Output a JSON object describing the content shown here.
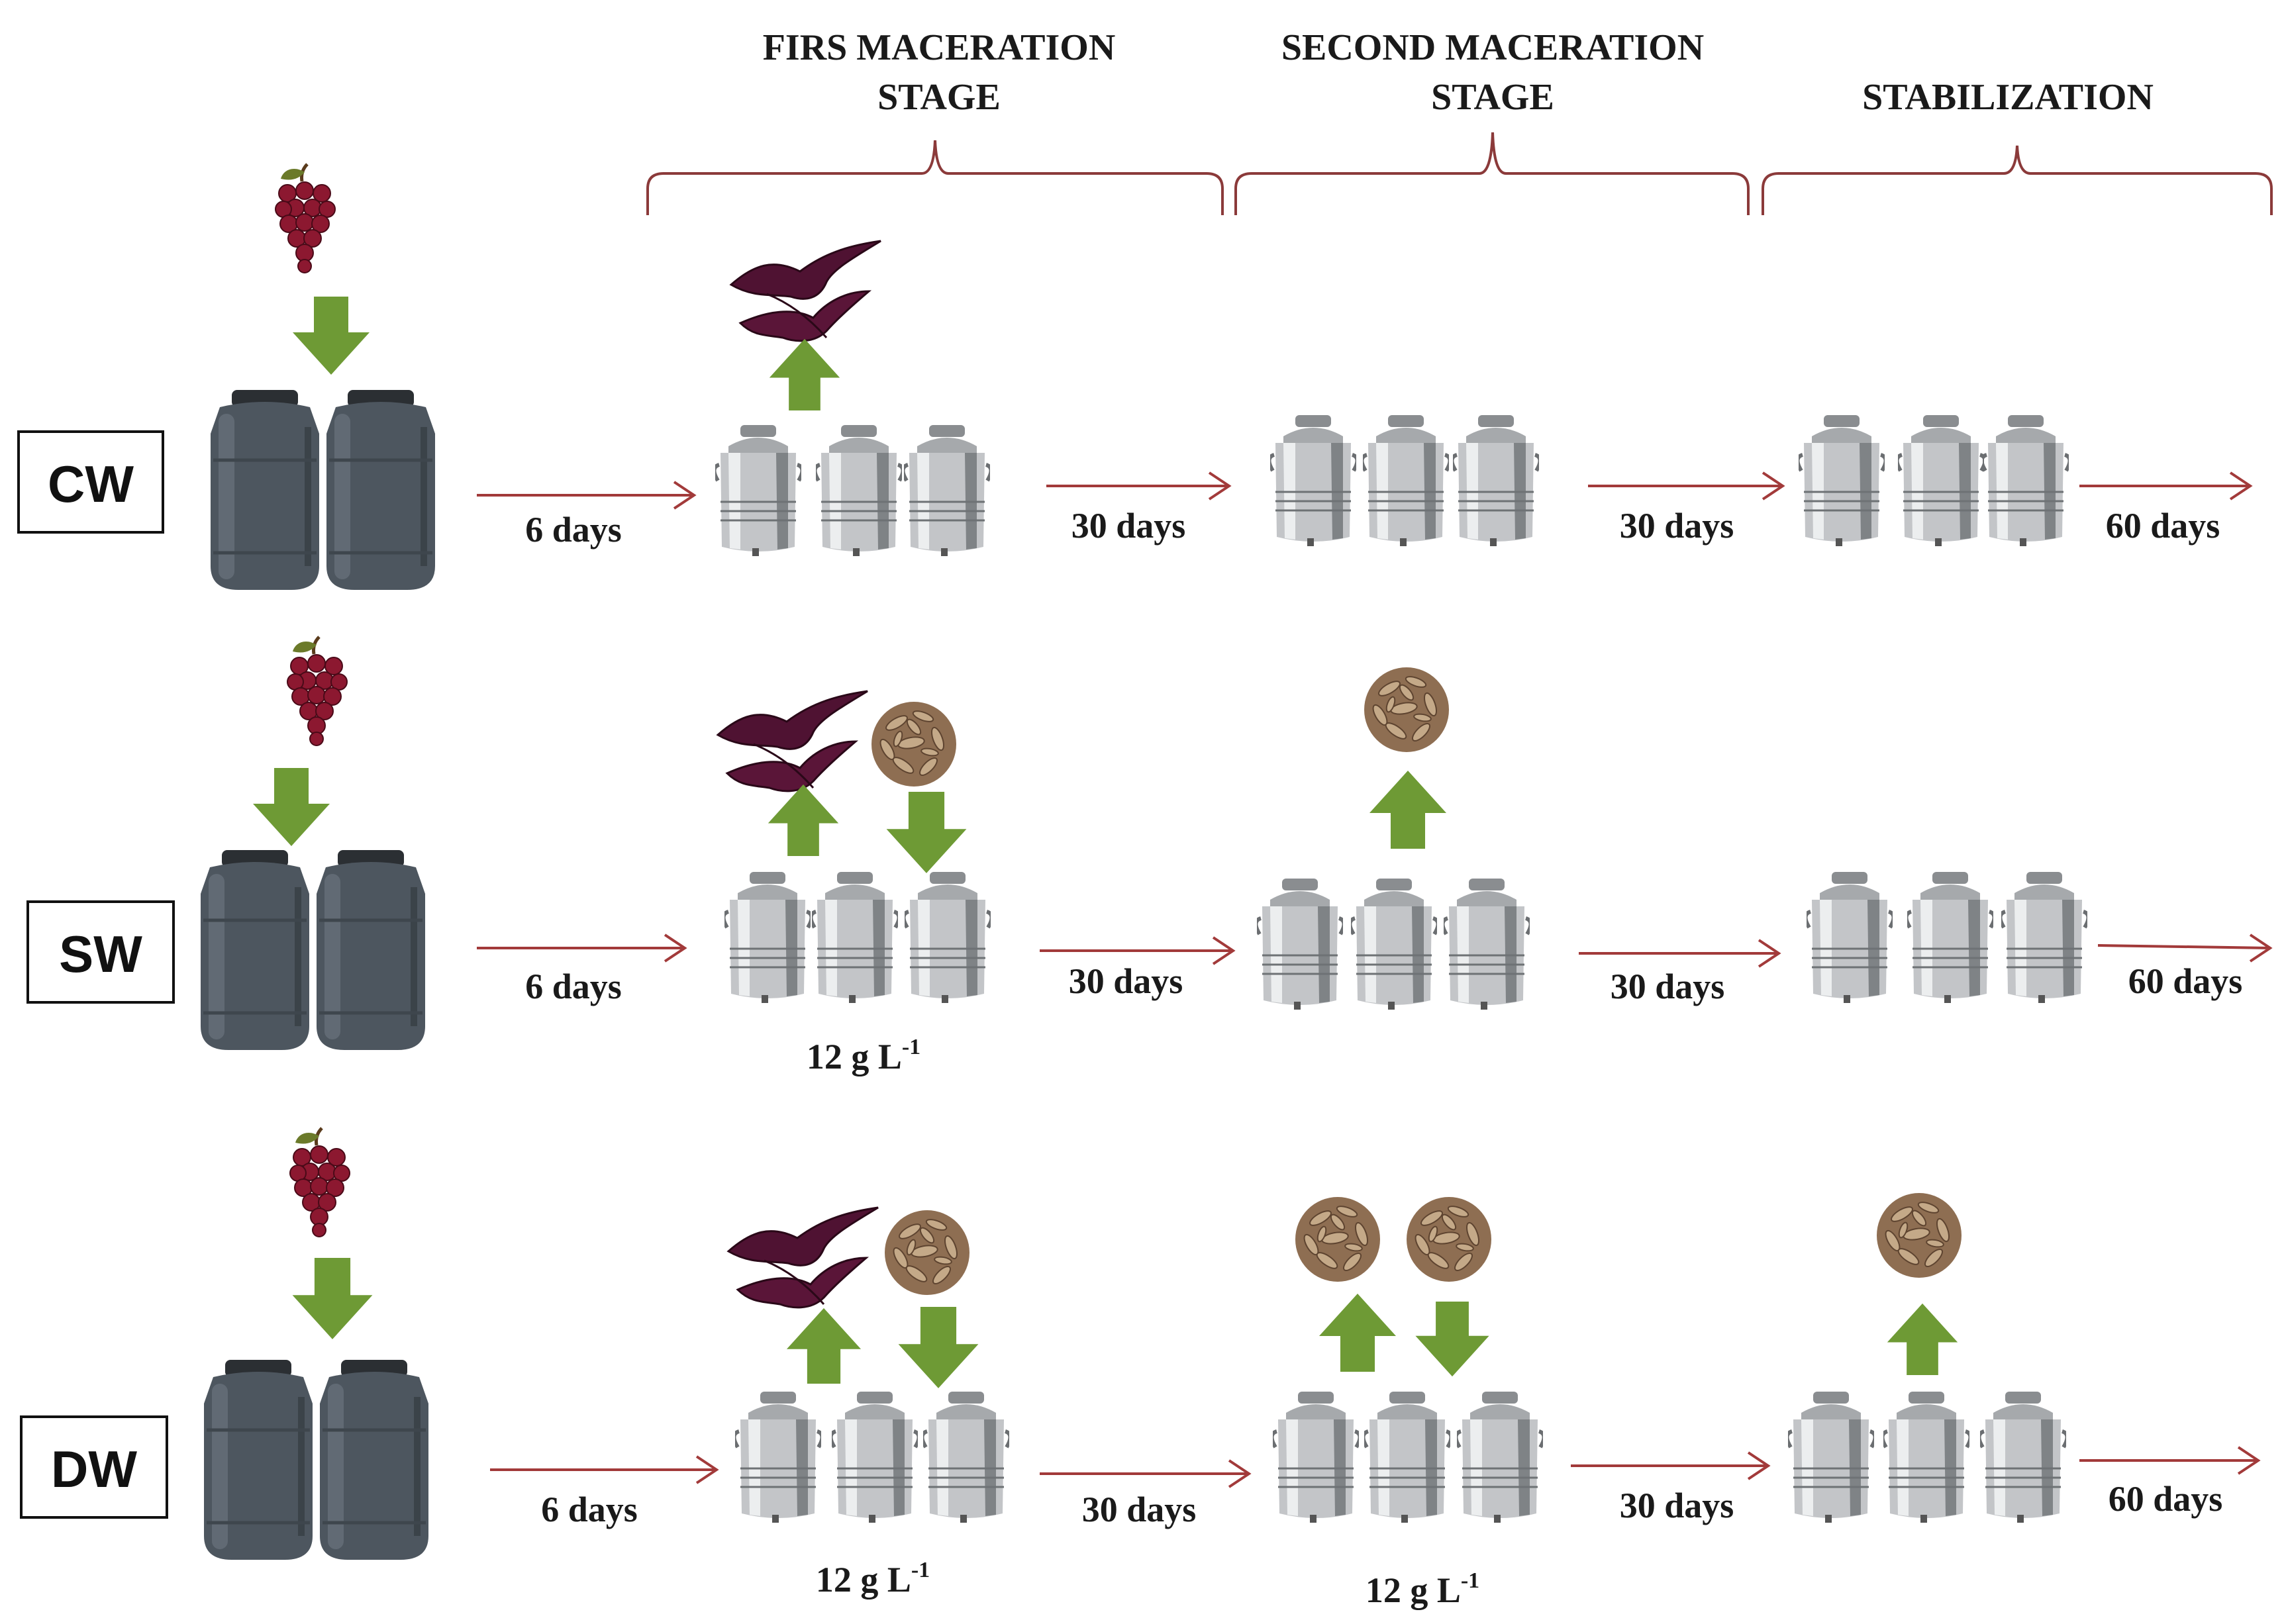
{
  "stages": [
    {
      "line1": "FIRS MACERATION",
      "line2": "STAGE"
    },
    {
      "line1": "SECOND MACERATION",
      "line2": "STAGE"
    },
    {
      "line1": "STABILIZATION",
      "line2": ""
    }
  ],
  "rows": [
    {
      "label": "CW",
      "days": [
        "6 days",
        "30 days",
        "30 days",
        "60 days"
      ],
      "doses": []
    },
    {
      "label": "SW",
      "days": [
        "6 days",
        "30 days",
        "30 days",
        "60 days"
      ],
      "doses": [
        {
          "value": "12 g L",
          "exp": "-1"
        }
      ]
    },
    {
      "label": "DW",
      "days": [
        "6 days",
        "30 days",
        "30 days",
        "60 days"
      ],
      "doses": [
        {
          "value": "12 g L",
          "exp": "-1"
        },
        {
          "value": "12 g L",
          "exp": "-1"
        }
      ]
    }
  ],
  "colors": {
    "bracket": "#8b3a3a",
    "arrow_line": "#a23a3a",
    "green_arrow": "#6e9a35",
    "grape": "#8c1830",
    "pomace": "#4f1232",
    "chips": "#9a7a5c",
    "barrel": "#4d565f",
    "tank": "#b9bcbf"
  },
  "icons": [
    "grape-icon",
    "barrel-icon",
    "steel-tank-icon",
    "pomace-icon",
    "wood-chips-icon",
    "green-arrow-icon"
  ]
}
